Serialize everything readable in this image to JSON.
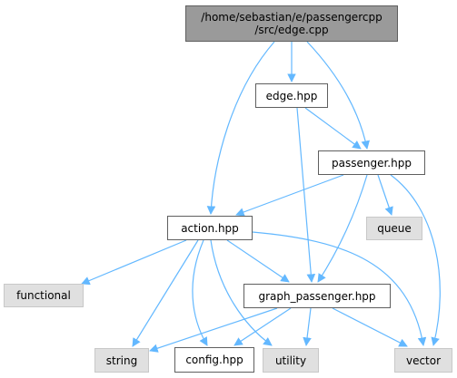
{
  "nodes": {
    "root": {
      "line1": "/home/sebastian/e/passengercpp",
      "line2": "/src/edge.cpp"
    },
    "edge_hpp": {
      "label": "edge.hpp"
    },
    "passenger_hpp": {
      "label": "passenger.hpp"
    },
    "action_hpp": {
      "label": "action.hpp"
    },
    "queue": {
      "label": "queue"
    },
    "functional": {
      "label": "functional"
    },
    "graph_passenger_hpp": {
      "label": "graph_passenger.hpp"
    },
    "string": {
      "label": "string"
    },
    "config_hpp": {
      "label": "config.hpp"
    },
    "utility": {
      "label": "utility"
    },
    "vector": {
      "label": "vector"
    }
  },
  "colors": {
    "edge": "#63b8ff",
    "root_fill": "#9a9a9a",
    "external_fill": "#e0e0e0",
    "node_border": "#5f5f5f"
  }
}
